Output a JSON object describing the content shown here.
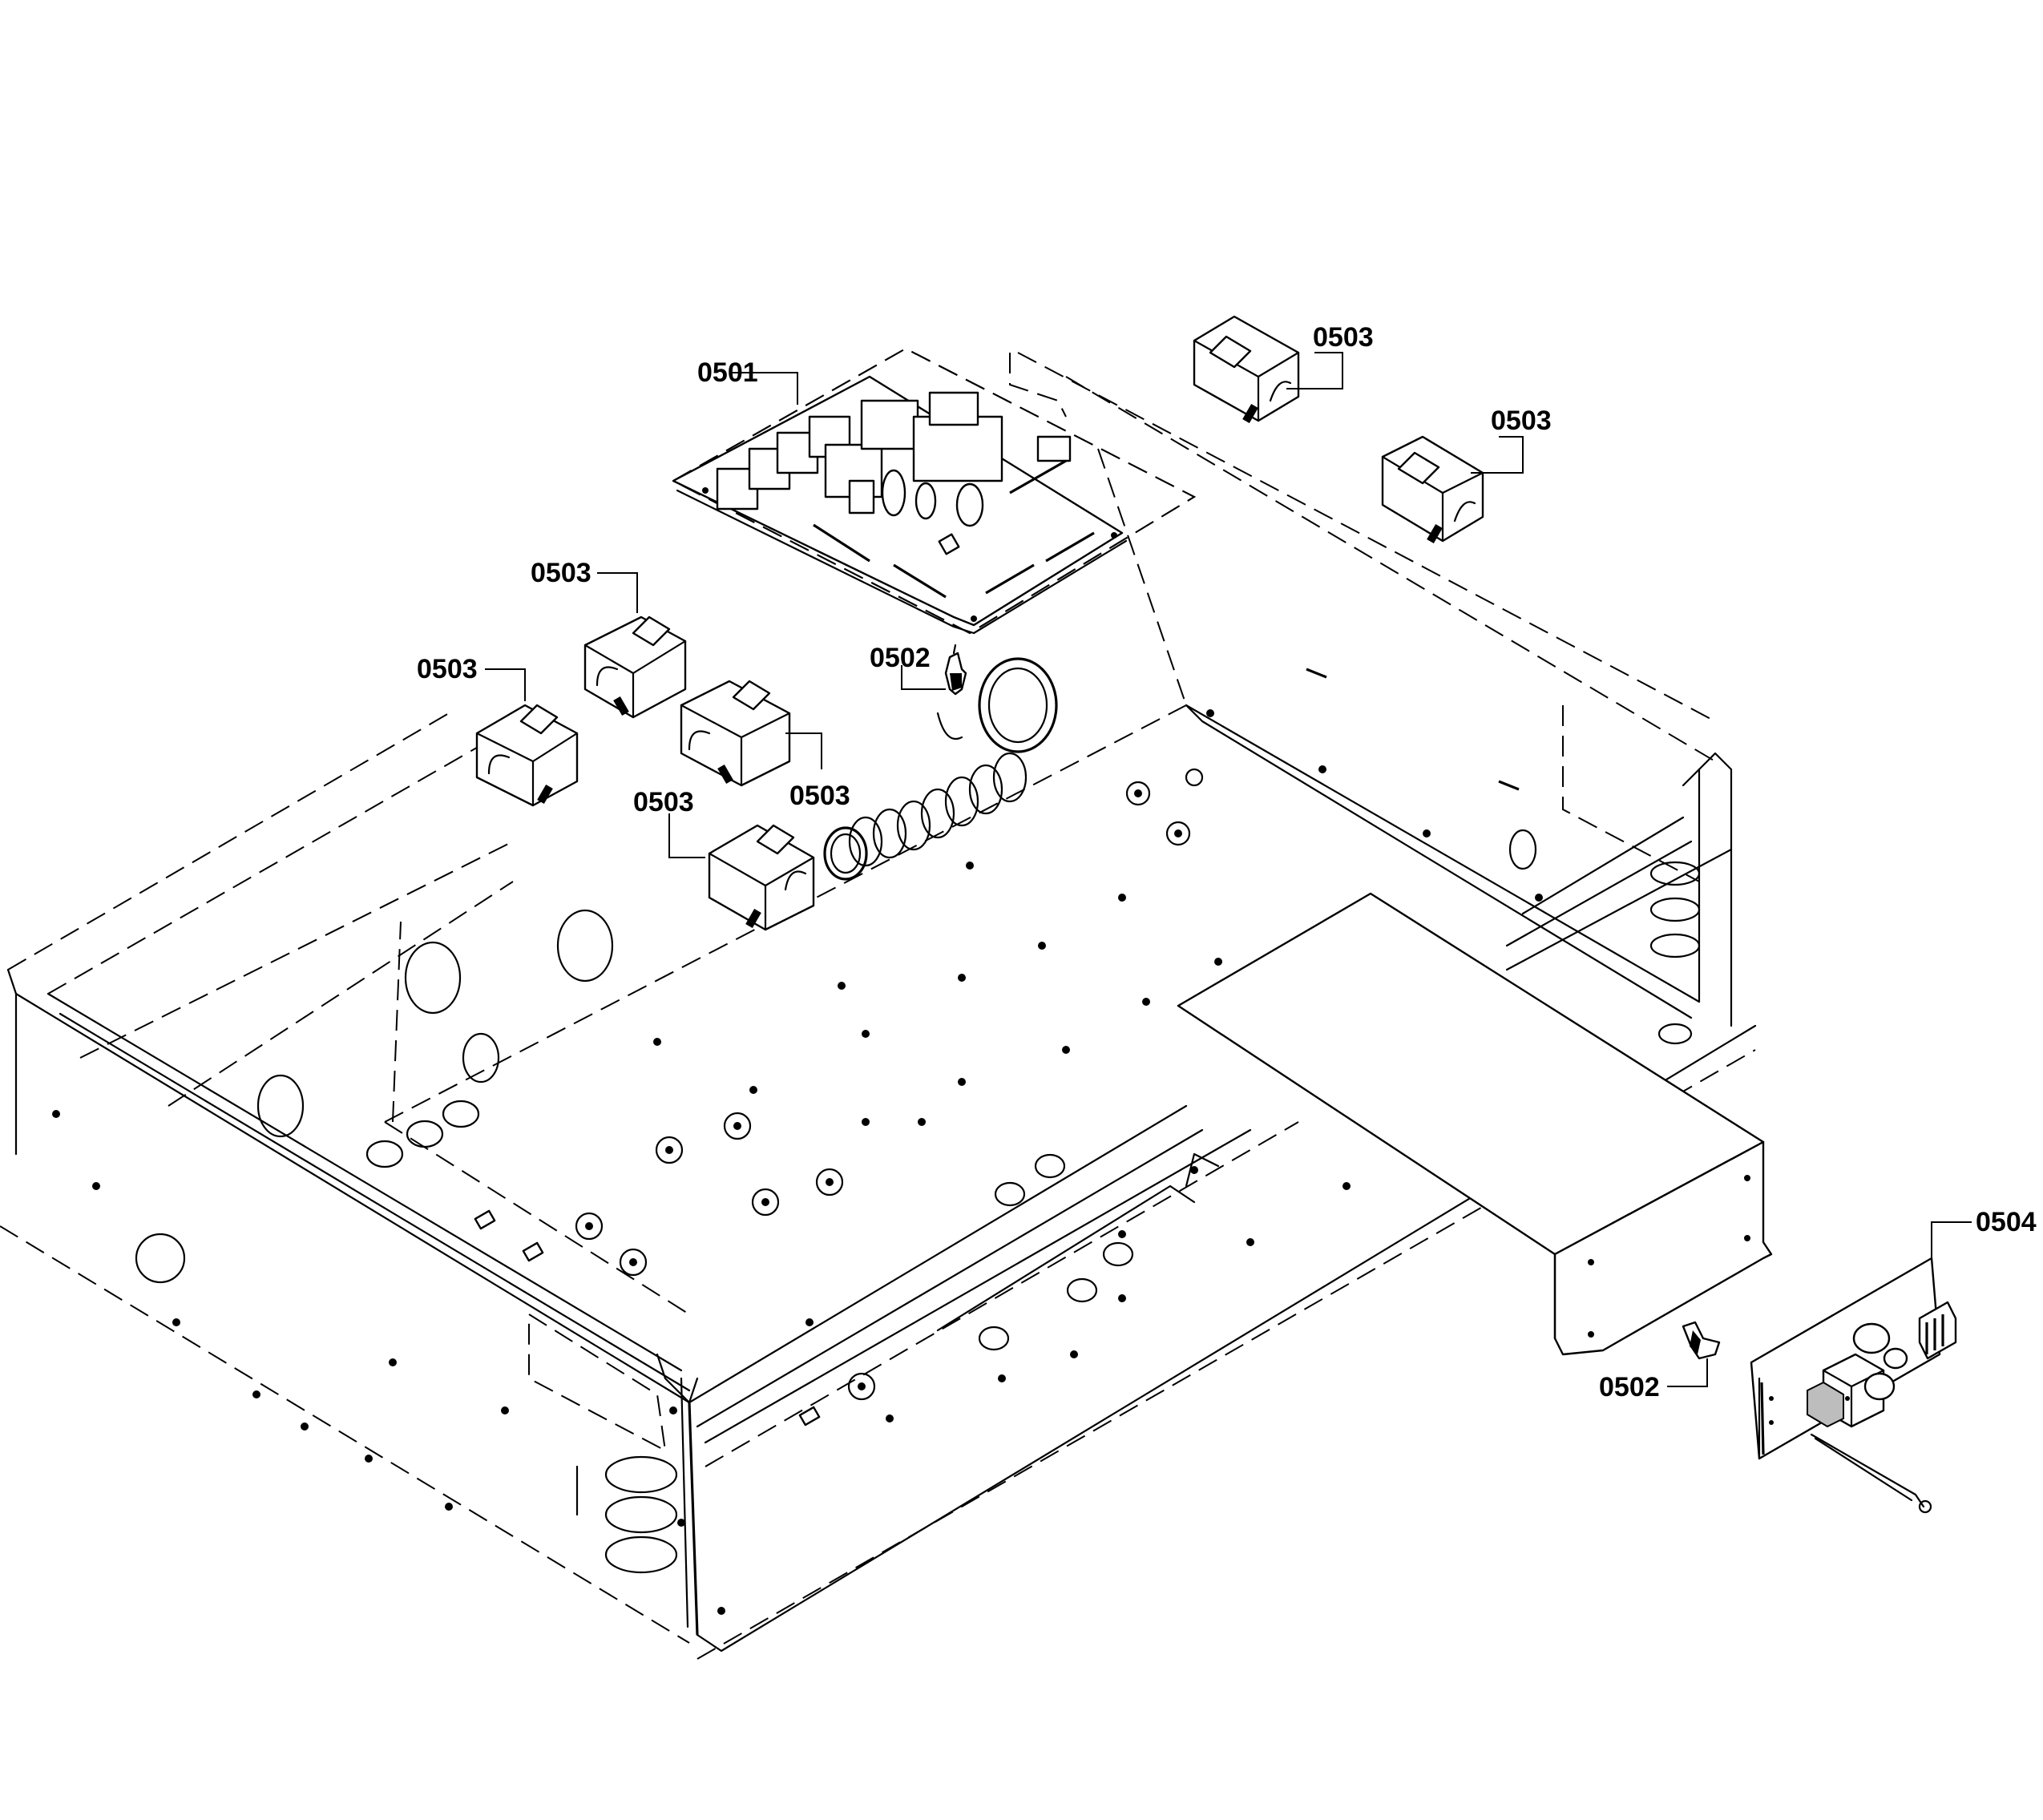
{
  "labels": {
    "p0501": "0501",
    "p0502a": "0502",
    "p0502b": "0502",
    "p0503a": "0503",
    "p0503b": "0503",
    "p0503c": "0503",
    "p0503d": "0503",
    "p0503e": "0503",
    "p0503f": "0503",
    "p0504": "0504"
  }
}
